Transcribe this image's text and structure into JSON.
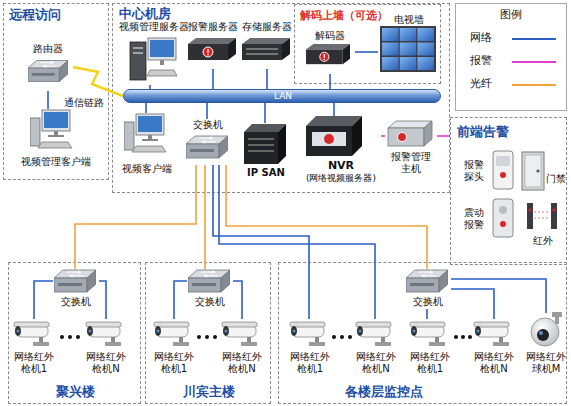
{
  "diagram": {
    "nodes": [
      {
        "text": [
          "远程访问"
        ]
      },
      {
        "text": [
          "路由器"
        ],
        "in": 0
      },
      {
        "text": [
          "视频管理客户端"
        ],
        "in": 0
      },
      {
        "text": [
          "中心机房"
        ]
      },
      {
        "text": [
          "视频管理服务器"
        ],
        "in": 3
      },
      {
        "text": [
          "报警服务器"
        ],
        "in": 3
      },
      {
        "text": [
          "存储服务器"
        ],
        "in": 3
      },
      {
        "text": [
          "解码上墙（可选）"
        ],
        "in": 3
      },
      {
        "text": [
          "解码器"
        ],
        "in": 7
      },
      {
        "text": [
          "电视墙"
        ],
        "in": 7
      },
      {
        "text": [
          "LAN"
        ],
        "in": 3
      },
      {
        "text": [
          "视频客户端"
        ],
        "in": 3
      },
      {
        "text": [
          "交换机"
        ],
        "in": 3
      },
      {
        "text": [
          "IP SAN"
        ],
        "in": 3
      },
      {
        "text": [
          "NVR",
          "(网络视频服务器)"
        ],
        "in": 3
      },
      {
        "text": [
          "报警管理主机"
        ],
        "in": 3
      },
      {
        "text": [
          "前端告警"
        ]
      },
      {
        "text": [
          "报警探头"
        ],
        "in": 16
      },
      {
        "text": [
          "门禁"
        ],
        "in": 16
      },
      {
        "text": [
          "震动报警"
        ],
        "in": 16
      },
      {
        "text": [
          "红外"
        ],
        "in": 16
      },
      {
        "text": [
          "聚兴楼"
        ]
      },
      {
        "text": [
          "交换机"
        ],
        "in": 21
      },
      {
        "text": [
          "网络红外枪机1"
        ],
        "in": 21
      },
      {
        "text": [
          "网络红外枪机N"
        ],
        "in": 21
      },
      {
        "text": [
          "川宾主楼"
        ]
      },
      {
        "text": [
          "交换机"
        ],
        "in": 25
      },
      {
        "text": [
          "网络红外枪机1"
        ],
        "in": 25
      },
      {
        "text": [
          "网络红外枪机N"
        ],
        "in": 25
      },
      {
        "text": [
          "各楼层监控点"
        ]
      },
      {
        "text": [
          "交换机"
        ],
        "in": 29
      },
      {
        "text": [
          "网络红外枪机1"
        ],
        "in": 29
      },
      {
        "text": [
          "网络红外枪机N"
        ],
        "in": 29
      },
      {
        "text": [
          "网络红外枪机1"
        ],
        "in": 29
      },
      {
        "text": [
          "网络红外枪机N"
        ],
        "in": 29
      },
      {
        "text": [
          "网络红外球机M"
        ],
        "in": 29
      }
    ],
    "edges": [
      {
        "from": 1,
        "to": 10,
        "arrow": "none",
        "label": "通信链路"
      },
      {
        "from": 1,
        "to": 2,
        "arrow": "none"
      },
      {
        "from": 4,
        "to": 10,
        "arrow": "none"
      },
      {
        "from": 5,
        "to": 10,
        "arrow": "none"
      },
      {
        "from": 6,
        "to": 10,
        "arrow": "none"
      },
      {
        "from": 8,
        "to": 10,
        "arrow": "none"
      },
      {
        "from": 8,
        "to": 9,
        "arrow": "none"
      },
      {
        "from": 10,
        "to": 11,
        "arrow": "none"
      },
      {
        "from": 10,
        "to": 12,
        "arrow": "none"
      },
      {
        "from": 10,
        "to": 13,
        "arrow": "none"
      },
      {
        "from": 10,
        "to": 14,
        "arrow": "none"
      },
      {
        "from": 14,
        "to": 15,
        "arrow": "none"
      },
      {
        "from": 15,
        "to": 16,
        "arrow": "none"
      },
      {
        "from": 12,
        "to": 22,
        "arrow": "none"
      },
      {
        "from": 12,
        "to": 26,
        "arrow": "none"
      },
      {
        "from": 12,
        "to": 30,
        "arrow": "none"
      },
      {
        "from": 12,
        "to": 31,
        "arrow": "none"
      },
      {
        "from": 12,
        "to": 32,
        "arrow": "none"
      },
      {
        "from": 22,
        "to": 23,
        "arrow": "none"
      },
      {
        "from": 22,
        "to": 24,
        "arrow": "none"
      },
      {
        "from": 26,
        "to": 27,
        "arrow": "none"
      },
      {
        "from": 26,
        "to": 28,
        "arrow": "none"
      },
      {
        "from": 30,
        "to": 33,
        "arrow": "none"
      },
      {
        "from": 30,
        "to": 34,
        "arrow": "none"
      },
      {
        "from": 30,
        "to": 35,
        "arrow": "none"
      }
    ],
    "labels": [
      "图例"
    ],
    "legend": [
      {
        "text": "网络",
        "color": "#2b5fc7"
      },
      {
        "text": "报警",
        "color": "#e23fd0"
      },
      {
        "text": "光纤",
        "color": "#f2a23a"
      }
    ]
  }
}
